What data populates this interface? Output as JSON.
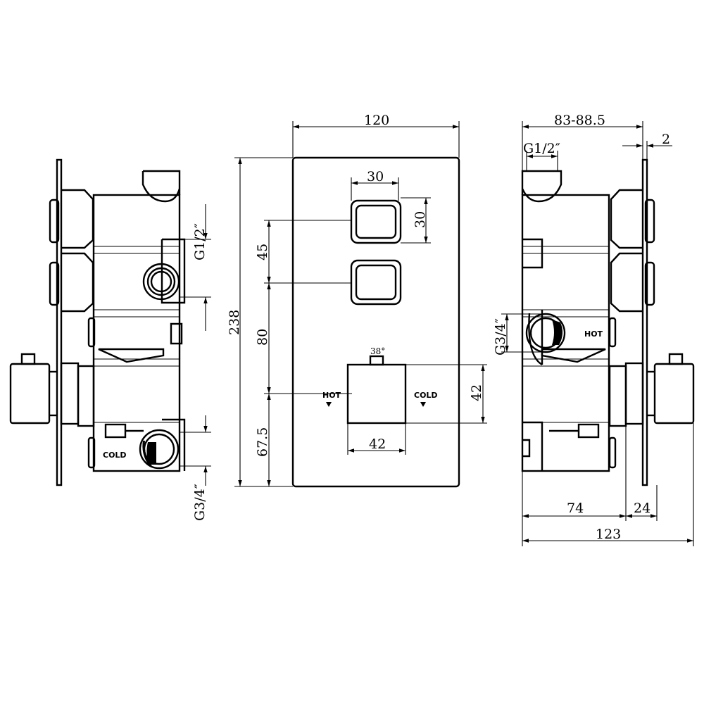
{
  "front_view": {
    "width": "120",
    "height": "238",
    "button_width": "30",
    "button_height": "30",
    "button_spacing": "45",
    "button_to_handle": "80",
    "handle_to_bottom": "67.5",
    "handle_width": "42",
    "handle_height": "42",
    "rotation_angle": "38°",
    "hot_label": "HOT",
    "cold_label": "COLD"
  },
  "left_view": {
    "outlet_thread": "G1/2″",
    "inlet_thread": "G3/4″",
    "cold_label": "COLD"
  },
  "right_view": {
    "depth_range": "83-88.5",
    "plate_thickness": "2",
    "outlet_thread": "G1/2″",
    "inlet_thread": "G3/4″",
    "hot_label": "HOT",
    "body_depth": "74",
    "handle_depth": "24",
    "total_depth": "123"
  }
}
